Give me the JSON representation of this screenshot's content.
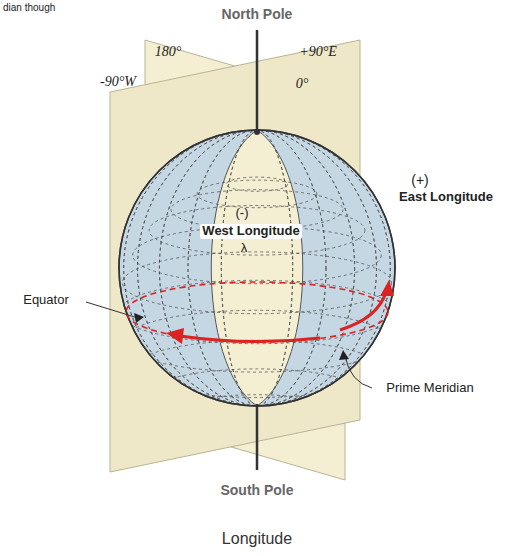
{
  "diagram": {
    "caption": "Longitude",
    "labels": [
      "dian though",
      "North Pole",
      "180°",
      "+90°E",
      "-90°W",
      "0°",
      "(+)",
      "East Longitude",
      "(-)",
      "West Longitude",
      "λ",
      "Equator",
      "Prime Meridian",
      "South Pole"
    ]
  }
}
